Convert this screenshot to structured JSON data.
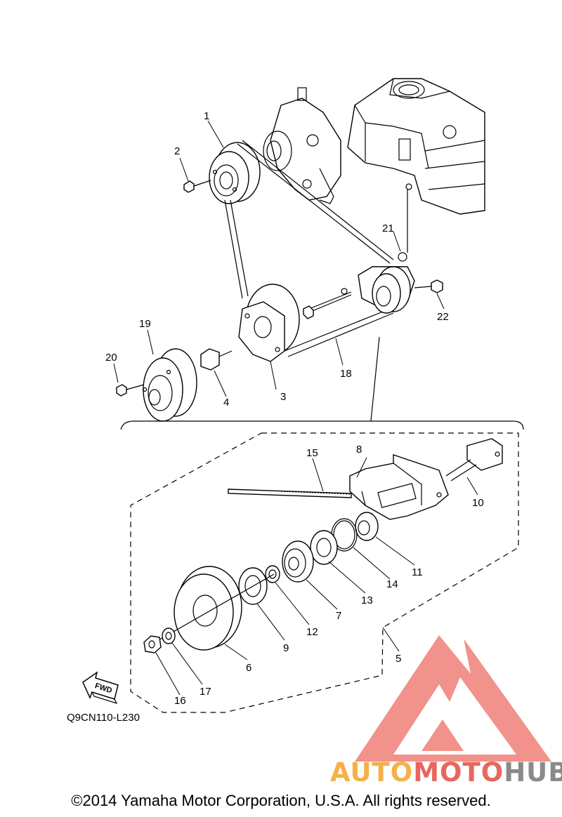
{
  "callouts": {
    "c1": "1",
    "c2": "2",
    "c3": "3",
    "c4": "4",
    "c5": "5",
    "c6": "6",
    "c7": "7",
    "c8": "8",
    "c9": "9",
    "c10": "10",
    "c11": "11",
    "c12": "12",
    "c13": "13",
    "c14": "14",
    "c15": "15",
    "c16": "16",
    "c17": "17",
    "c18": "18",
    "c19": "19",
    "c20": "20",
    "c21": "21",
    "c22": "22"
  },
  "fwd_label": "FWD",
  "diagram_code": "Q9CN110-L230",
  "watermark": {
    "part1": "AUTO",
    "part2": "MOTO",
    "part3": "HUB"
  },
  "copyright": "©2014 Yamaha Motor Corporation, U.S.A. All rights reserved.",
  "colors": {
    "line": "#000000",
    "wm_orange": "#f5b048",
    "wm_red": "#e7675f",
    "wm_gray": "#8a8a8a",
    "wm_triangle": "#f08078"
  }
}
